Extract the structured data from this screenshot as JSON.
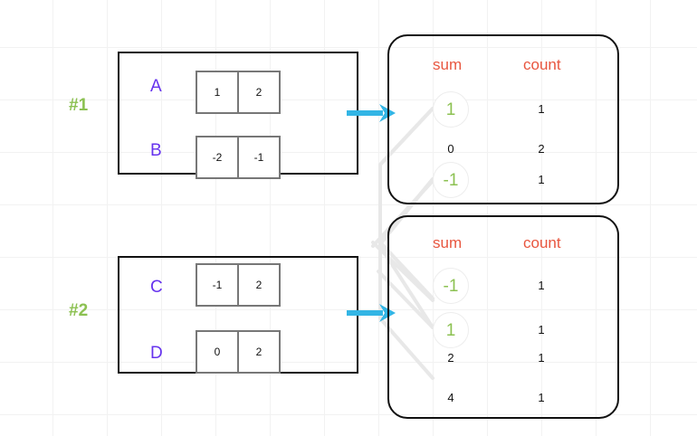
{
  "diagram": {
    "title": "partial sums grouping diagram",
    "colors": {
      "section_tag": "#8cc152",
      "row_label": "#6633ee",
      "header": "#e8563f",
      "circled_value": "#8cc152",
      "arrow": "#33b5e5",
      "box_border": "#111111",
      "cell_border": "#777777",
      "connector": "#e8e8e8",
      "grid": "#f2f2f2"
    },
    "sections": [
      {
        "tag": "#1"
      },
      {
        "tag": "#2"
      }
    ],
    "input_blocks": [
      {
        "id": "block-1",
        "section": "#1",
        "rows": [
          {
            "label": "A",
            "cells": [
              "1",
              "2"
            ]
          },
          {
            "label": "B",
            "cells": [
              "-2",
              "-1"
            ]
          }
        ]
      },
      {
        "id": "block-2",
        "section": "#2",
        "rows": [
          {
            "label": "C",
            "cells": [
              "-1",
              "2"
            ]
          },
          {
            "label": "D",
            "cells": [
              "0",
              "2"
            ]
          }
        ]
      }
    ],
    "tables": [
      {
        "id": "table-1",
        "headers": {
          "sum": "sum",
          "count": "count"
        },
        "rows": [
          {
            "sum": "1",
            "count": "1",
            "highlighted": true
          },
          {
            "sum": "0",
            "count": "2",
            "highlighted": false
          },
          {
            "sum": "-1",
            "count": "1",
            "highlighted": true
          }
        ]
      },
      {
        "id": "table-2",
        "headers": {
          "sum": "sum",
          "count": "count"
        },
        "rows": [
          {
            "sum": "-1",
            "count": "1",
            "highlighted": true
          },
          {
            "sum": "1",
            "count": "1",
            "highlighted": true
          },
          {
            "sum": "2",
            "count": "1",
            "highlighted": false
          },
          {
            "sum": "4",
            "count": "1",
            "highlighted": false
          }
        ]
      }
    ],
    "arrows": [
      {
        "id": "arrow-1",
        "from": "block-1",
        "to": "table-1"
      },
      {
        "id": "arrow-2",
        "from": "block-2",
        "to": "table-2"
      }
    ]
  }
}
